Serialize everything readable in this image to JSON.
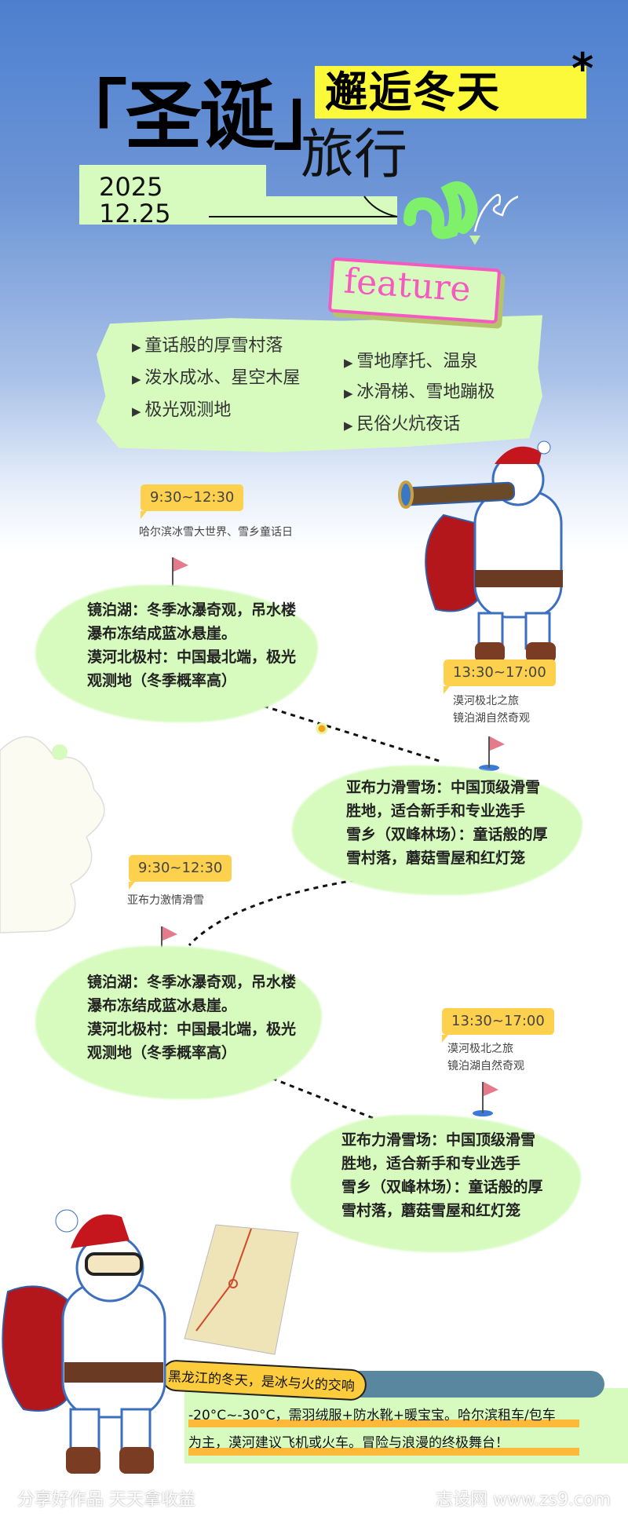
{
  "header": {
    "title_main": "「圣诞」",
    "title_sub": "旅行",
    "highlight": "邂逅冬天",
    "star": "*",
    "year": "2025",
    "date": "12.25"
  },
  "features": {
    "label": "feature",
    "left": [
      "童话般的厚雪村落",
      "泼水成冰、星空木屋",
      "极光观测地"
    ],
    "right": [
      "雪地摩托、温泉",
      "冰滑梯、雪地蹦极",
      "民俗火炕夜话"
    ]
  },
  "itinerary": [
    {
      "time": "9:30~12:30",
      "caption": [
        "哈尔滨冰雪大世界、雪乡童话日"
      ],
      "details": [
        "镜泊湖：冬季冰瀑奇观，吊水楼",
        "瀑布冻结成蓝冰悬崖。",
        "漠河北极村：中国最北端，极光",
        "观测地（冬季概率高）"
      ]
    },
    {
      "time": "13:30~17:00",
      "caption": [
        "漠河极北之旅",
        "镜泊湖自然奇观"
      ],
      "details": [
        "亚布力滑雪场：中国顶级滑雪",
        "胜地，适合新手和专业选手",
        "雪乡（双峰林场）：童话般的厚",
        "雪村落，蘑菇雪屋和红灯笼"
      ]
    },
    {
      "time": "9:30~12:30",
      "caption": [
        "亚布力激情滑雪"
      ],
      "details": [
        "镜泊湖：冬季冰瀑奇观，吊水楼",
        "瀑布冻结成蓝冰悬崖。",
        "漠河北极村：中国最北端，极光",
        "观测地（冬季概率高）"
      ]
    },
    {
      "time": "13:30~17:00",
      "caption": [
        "漠河极北之旅",
        "镜泊湖自然奇观"
      ],
      "details": [
        "亚布力滑雪场：中国顶级滑雪",
        "胜地，适合新手和专业选手",
        "雪乡（双峰林场）：童话般的厚",
        "雪村落，蘑菇雪屋和红灯笼"
      ]
    }
  ],
  "tips": {
    "banner": "黑龙江的冬天，是冰与火的交响",
    "lines": [
      "-20°C~-30°C，需羽绒服+防水靴+暖宝宝。哈尔滨租车/包车",
      "为主，漠河建议飞机或火车。冒险与浪漫的终极舞台！"
    ]
  },
  "footer": {
    "left": "分享好作品 天天拿收益",
    "right": "志设网 www.zs9.com"
  },
  "colors": {
    "accent_yellow": "#fbf93a",
    "mint": "#d7fbbf",
    "pink": "#f45ac0",
    "badge": "#fdd04d",
    "sky": "#4d7fcf"
  }
}
